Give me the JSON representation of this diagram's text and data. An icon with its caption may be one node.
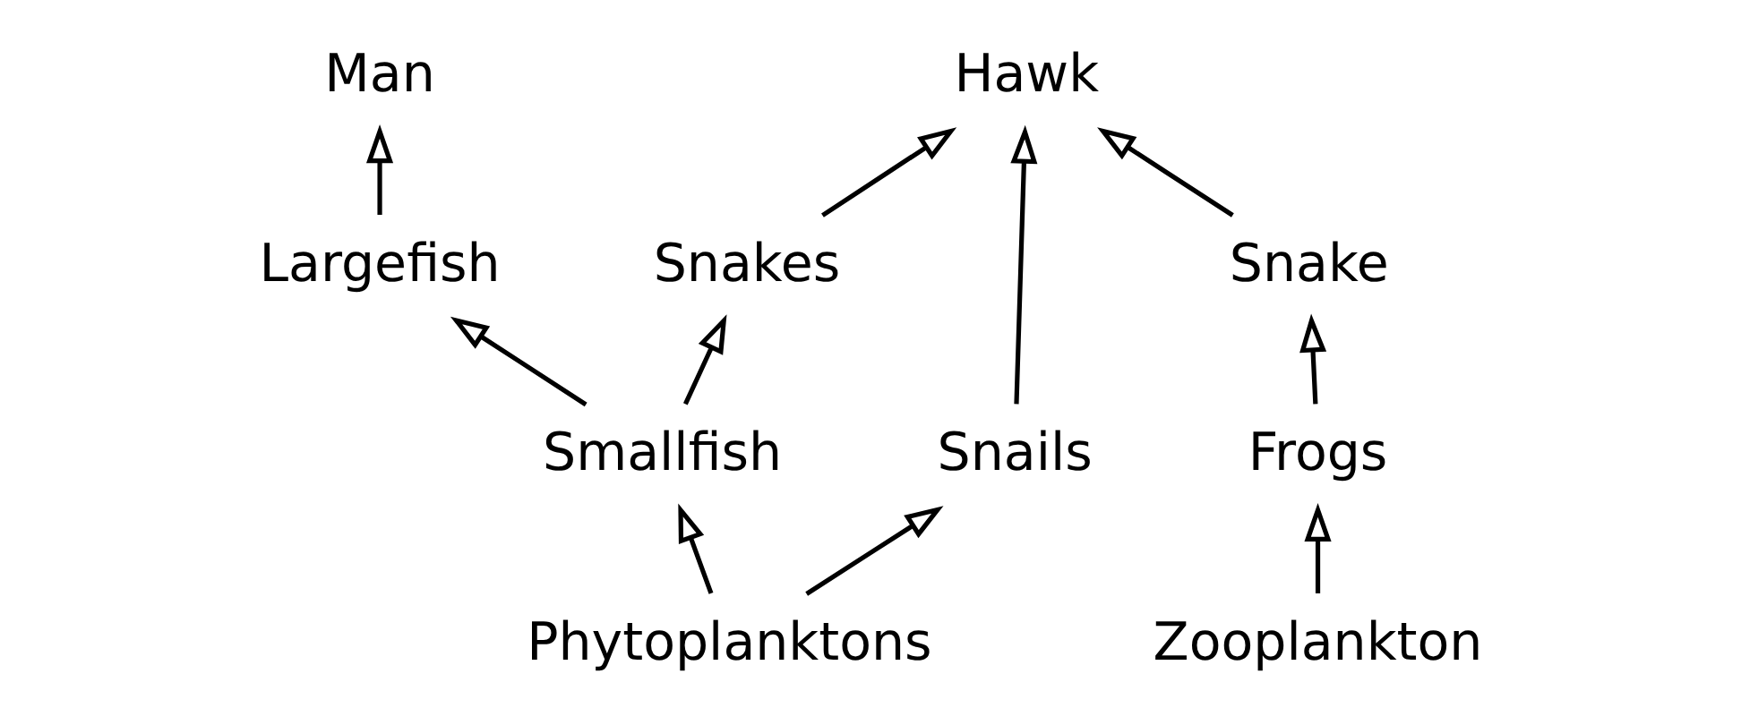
{
  "diagram": {
    "nodes": [
      {
        "text": [
          "Snake"
        ]
      },
      {
        "text": [
          "Man"
        ]
      },
      {
        "text": [
          "Snakes"
        ]
      },
      {
        "text": [
          "Hawk"
        ]
      },
      {
        "text": [
          "Frogs"
        ]
      },
      {
        "text": [
          "Largefish"
        ]
      },
      {
        "text": [
          "Smallfish"
        ]
      },
      {
        "text": [
          "Snails"
        ]
      },
      {
        "text": [
          "Zooplankton"
        ]
      },
      {
        "text": [
          "Phytoplanktons"
        ]
      }
    ],
    "edges": [
      {
        "from": 8,
        "to": 4,
        "arrow": "to"
      },
      {
        "from": 4,
        "to": 0,
        "arrow": "to"
      },
      {
        "from": 0,
        "to": 3,
        "arrow": "to"
      },
      {
        "from": 2,
        "to": 3,
        "arrow": "to"
      },
      {
        "from": 5,
        "to": 1,
        "arrow": "to"
      },
      {
        "from": 6,
        "to": 5,
        "arrow": "to"
      },
      {
        "from": 6,
        "to": 2,
        "arrow": "to"
      },
      {
        "from": 9,
        "to": 6,
        "arrow": "to"
      },
      {
        "from": 9,
        "to": 7,
        "arrow": "to"
      },
      {
        "from": 7,
        "to": 3,
        "arrow": "to"
      }
    ]
  }
}
